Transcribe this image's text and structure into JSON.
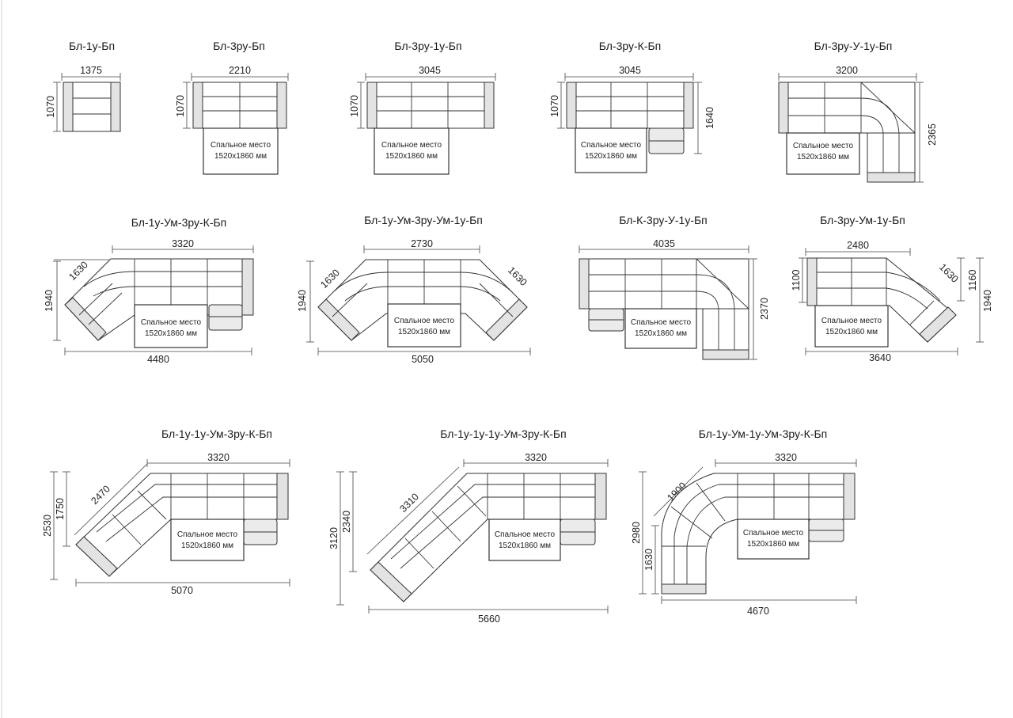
{
  "bed_label": {
    "line1": "Спальное место",
    "line2": "1520x1860 мм"
  },
  "colors": {
    "line": "#333333",
    "armrest_fill": "#e3e3e3",
    "background": "#ffffff"
  },
  "models": [
    {
      "id": "m1",
      "name": "Бл-1у-Бп",
      "dims": [
        "1375",
        "1070"
      ]
    },
    {
      "id": "m2",
      "name": "Бл-3ру-Бп",
      "dims": [
        "2210",
        "1070"
      ],
      "bed": true
    },
    {
      "id": "m3",
      "name": "Бл-3ру-1у-Бп",
      "dims": [
        "3045",
        "1070"
      ],
      "bed": true
    },
    {
      "id": "m4",
      "name": "Бл-3ру-К-Бп",
      "dims": [
        "3045",
        "1070",
        "1640"
      ],
      "bed": true
    },
    {
      "id": "m5",
      "name": "Бл-3ру-У-1у-Бп",
      "dims": [
        "3200",
        "2365"
      ],
      "bed": true
    },
    {
      "id": "m6",
      "name": "Бл-1у-Ум-3ру-К-Бп",
      "dims": [
        "3320",
        "1630",
        "1940",
        "4480"
      ],
      "bed": true
    },
    {
      "id": "m7",
      "name": "Бл-1у-Ум-3ру-Ум-1у-Бп",
      "dims": [
        "2730",
        "1630",
        "1940",
        "1630",
        "5050"
      ],
      "bed": true
    },
    {
      "id": "m8",
      "name": "Бл-К-3ру-У-1у-Бп",
      "dims": [
        "4035",
        "2370"
      ],
      "bed": true
    },
    {
      "id": "m9",
      "name": "Бл-3ру-Ум-1у-Бп",
      "dims": [
        "2480",
        "1100",
        "1630",
        "1160",
        "1940",
        "3640"
      ],
      "bed": true
    },
    {
      "id": "m10",
      "name": "Бл-1у-1у-Ум-3ру-К-Бп",
      "dims": [
        "3320",
        "2470",
        "2530",
        "1750",
        "5070"
      ],
      "bed": true
    },
    {
      "id": "m11",
      "name": "Бл-1у-1у-1у-Ум-3ру-К-Бп",
      "dims": [
        "3320",
        "3310",
        "3120",
        "2340",
        "5660"
      ],
      "bed": true
    },
    {
      "id": "m12",
      "name": "Бл-1у-Ум-1у-Ум-3ру-К-Бп",
      "dims": [
        "3320",
        "1900",
        "2980",
        "1630",
        "4670"
      ],
      "bed": true
    }
  ]
}
